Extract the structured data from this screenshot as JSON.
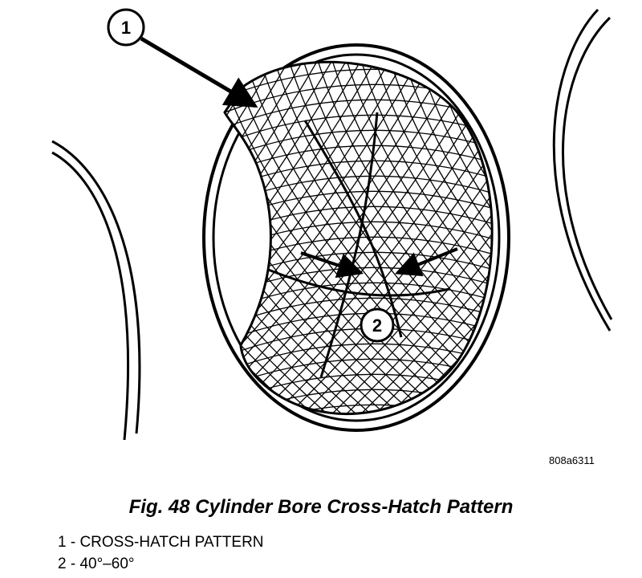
{
  "figure": {
    "ref_code": "808a6311",
    "caption": "Fig. 48 Cylinder Bore Cross-Hatch Pattern",
    "callouts": [
      {
        "number": "1",
        "label": "CROSS-HATCH PATTERN"
      },
      {
        "number": "2",
        "label": "40°–60°"
      }
    ]
  },
  "legend": {
    "item1": "1 - CROSS-HATCH PATTERN",
    "item2": "2 - 40°–60°"
  }
}
